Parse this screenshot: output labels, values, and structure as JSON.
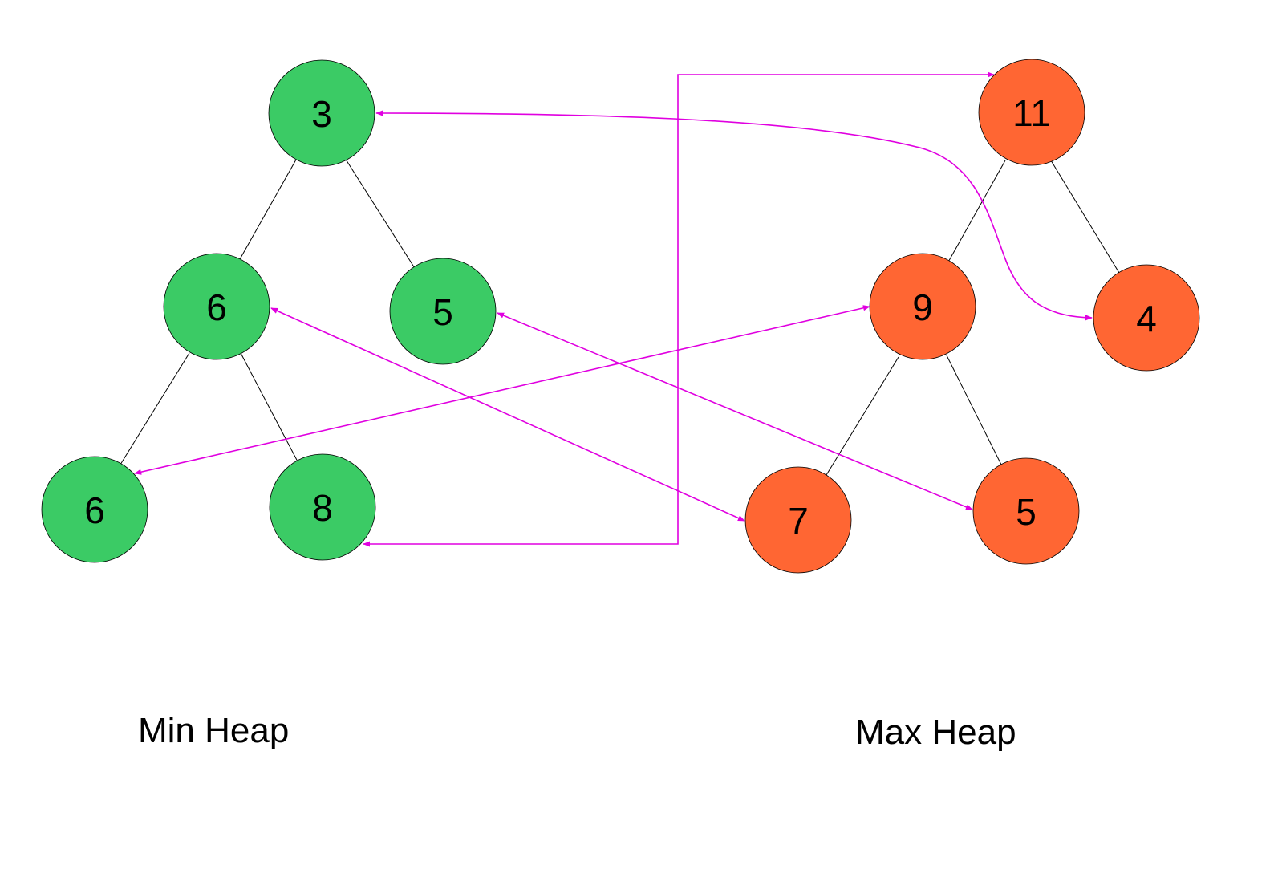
{
  "colors": {
    "min_heap_fill": "#3bcb65",
    "max_heap_fill": "#ff6633",
    "node_stroke": "#000000",
    "link_color": "#e000e0",
    "tree_edge_color": "#000000"
  },
  "min_heap": {
    "caption": "Min Heap",
    "nodes": [
      {
        "id": "min-root",
        "value": "3"
      },
      {
        "id": "min-left",
        "value": "6"
      },
      {
        "id": "min-right",
        "value": "5"
      },
      {
        "id": "min-left-left",
        "value": "6"
      },
      {
        "id": "min-left-right",
        "value": "8"
      }
    ]
  },
  "max_heap": {
    "caption": "Max Heap",
    "nodes": [
      {
        "id": "max-root",
        "value": "11"
      },
      {
        "id": "max-left",
        "value": "9"
      },
      {
        "id": "max-right",
        "value": "4"
      },
      {
        "id": "max-left-left",
        "value": "7"
      },
      {
        "id": "max-left-right",
        "value": "5"
      }
    ]
  },
  "tree_edges": [
    {
      "from": "min-root",
      "to": "min-left"
    },
    {
      "from": "min-root",
      "to": "min-right"
    },
    {
      "from": "min-left",
      "to": "min-left-left"
    },
    {
      "from": "min-left",
      "to": "min-left-right"
    },
    {
      "from": "max-root",
      "to": "max-left"
    },
    {
      "from": "max-root",
      "to": "max-right"
    },
    {
      "from": "max-left",
      "to": "max-left-left"
    },
    {
      "from": "max-left",
      "to": "max-left-right"
    }
  ],
  "cross_links": [
    {
      "from": "min-root",
      "to": "max-right"
    },
    {
      "from": "min-left",
      "to": "max-left-left"
    },
    {
      "from": "min-right",
      "to": "max-left-right"
    },
    {
      "from": "min-left-left",
      "to": "max-left"
    },
    {
      "from": "min-left-right",
      "to": "max-root"
    }
  ]
}
